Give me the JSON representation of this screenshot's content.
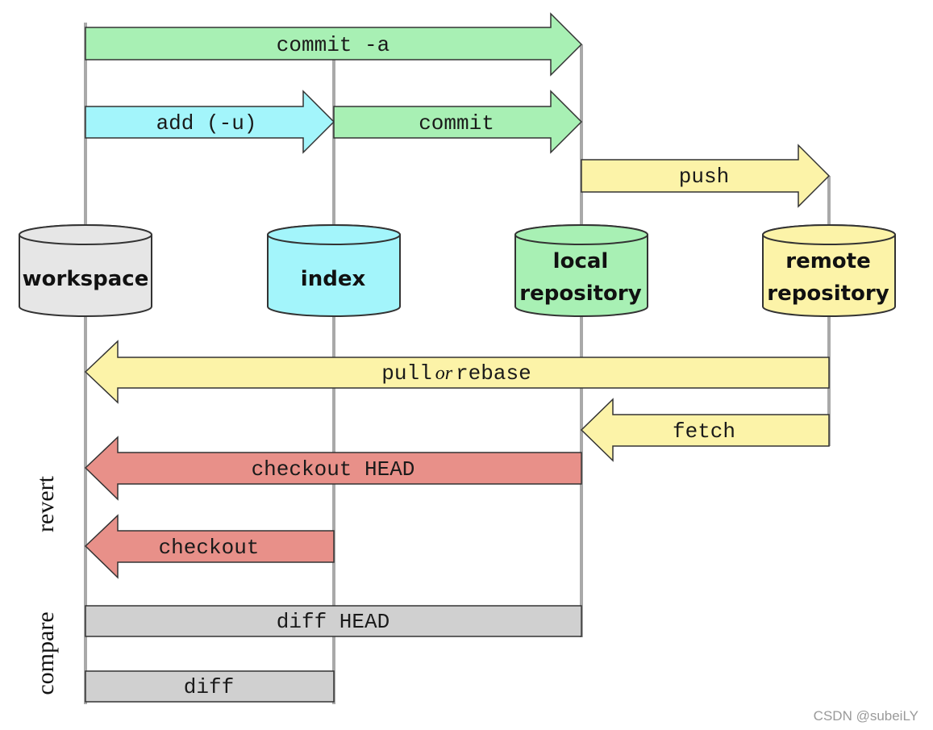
{
  "colors": {
    "green": "#a8f0b4",
    "cyan": "#a3f5fb",
    "yellow": "#fcf3a8",
    "red": "#e89089",
    "gray": "#d0d0d0",
    "workspace": "#e6e6e6",
    "index": "#a3f5fb",
    "local": "#a8f0b4",
    "remote": "#fcf3a8"
  },
  "stores": {
    "workspace": {
      "lines": [
        "workspace"
      ]
    },
    "index": {
      "lines": [
        "index"
      ]
    },
    "local": {
      "lines": [
        "local",
        "repository"
      ]
    },
    "remote": {
      "lines": [
        "remote",
        "repository"
      ]
    }
  },
  "arrows": {
    "commit_a": "commit -a",
    "add": "add (-u)",
    "commit": "commit",
    "push": "push",
    "pull_part1": "pull",
    "pull_or": "or",
    "pull_part2": "rebase",
    "fetch": "fetch",
    "checkout_head": "checkout HEAD",
    "checkout": "checkout",
    "diff_head": "diff HEAD",
    "diff": "diff"
  },
  "side_labels": {
    "revert": "revert",
    "compare": "compare"
  },
  "watermark": "CSDN @subeiLY"
}
